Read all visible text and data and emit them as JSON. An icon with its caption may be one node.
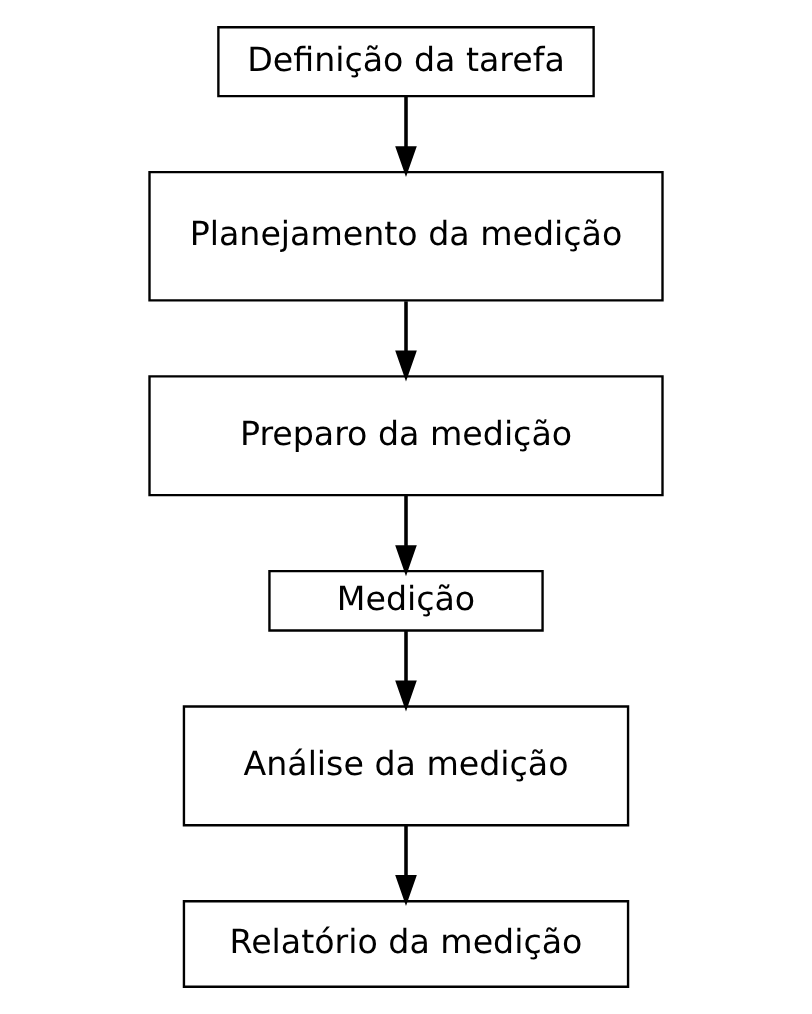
{
  "diagram": {
    "nodes": [
      {
        "text": [
          "Definição da tarefa"
        ]
      },
      {
        "text": [
          "Planejamento da medição"
        ]
      },
      {
        "text": [
          "Preparo da medição"
        ]
      },
      {
        "text": [
          "Medição"
        ]
      },
      {
        "text": [
          "Análise da medição"
        ]
      },
      {
        "text": [
          "Relatório da medição"
        ]
      }
    ],
    "edges": [
      {
        "from": 0,
        "to": 1,
        "arrow": "to"
      },
      {
        "from": 1,
        "to": 2,
        "arrow": "to"
      },
      {
        "from": 2,
        "to": 3,
        "arrow": "to"
      },
      {
        "from": 3,
        "to": 4,
        "arrow": "to"
      },
      {
        "from": 4,
        "to": 5,
        "arrow": "to"
      }
    ]
  }
}
